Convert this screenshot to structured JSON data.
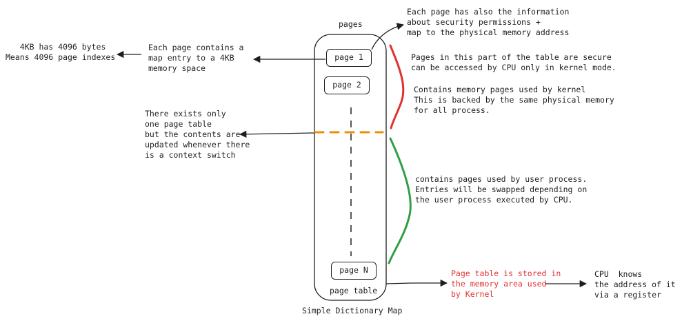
{
  "table": {
    "heading": "pages",
    "footer": "page table",
    "caption": "Simple Dictionary Map",
    "pages": [
      "page 1",
      "page 2",
      "page N"
    ]
  },
  "notes": {
    "bytes": "   4KB has 4096 bytes\nMeans 4096 page indexes",
    "map_entry": "Each page contains a\nmap entry to a 4KB\nmemory space",
    "security": "Each page has also the information\nabout security permissions +\nmap to the physical memory address",
    "single_table": "There exists only\none page table\nbut the contents are\nupdated whenever there\nis a context switch",
    "kernel_secure": "Pages in this part of the table are secure\ncan be accessed by CPU only in kernel mode.",
    "kernel_pages": "Contains memory pages used by kernel\nThis is backed by the same physical memory\nfor all process.",
    "user_pages": "contains pages used by user process.\nEntries will be swapped depending on\nthe user process executed by CPU.",
    "stored_in_kernel": "Page table is stored in\nthe memory area used\nby Kernel",
    "cpu_register": "CPU  knows\nthe address of it\nvia a register"
  },
  "colors": {
    "ink": "#1e1e1e",
    "kernel_brace": "#e03131",
    "user_brace": "#2f9e44",
    "split_line": "#f08c00",
    "kernel_note": "#e03131"
  }
}
